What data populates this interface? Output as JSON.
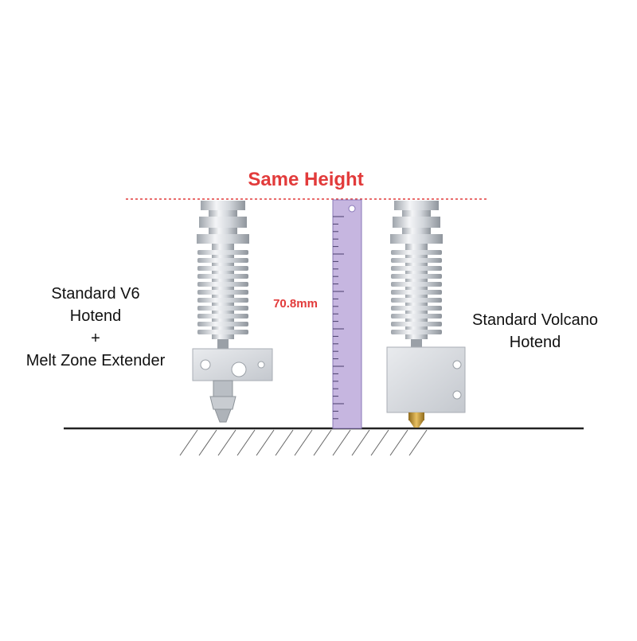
{
  "title": "Same Height",
  "measurement": "70.8mm",
  "left_label": {
    "line1": "Standard V6",
    "line2": "Hotend",
    "line3": "+",
    "line4": "Melt Zone Extender"
  },
  "right_label": {
    "line1": "Standard Volcano",
    "line2": "Hotend"
  },
  "colors": {
    "accent_red": "#e23b3b",
    "ruler": "#c6b6e0",
    "ruler_edge": "#8a78b8",
    "aluminum": "#d6d9de",
    "ground": "#222222",
    "brass": "#c8962e"
  }
}
